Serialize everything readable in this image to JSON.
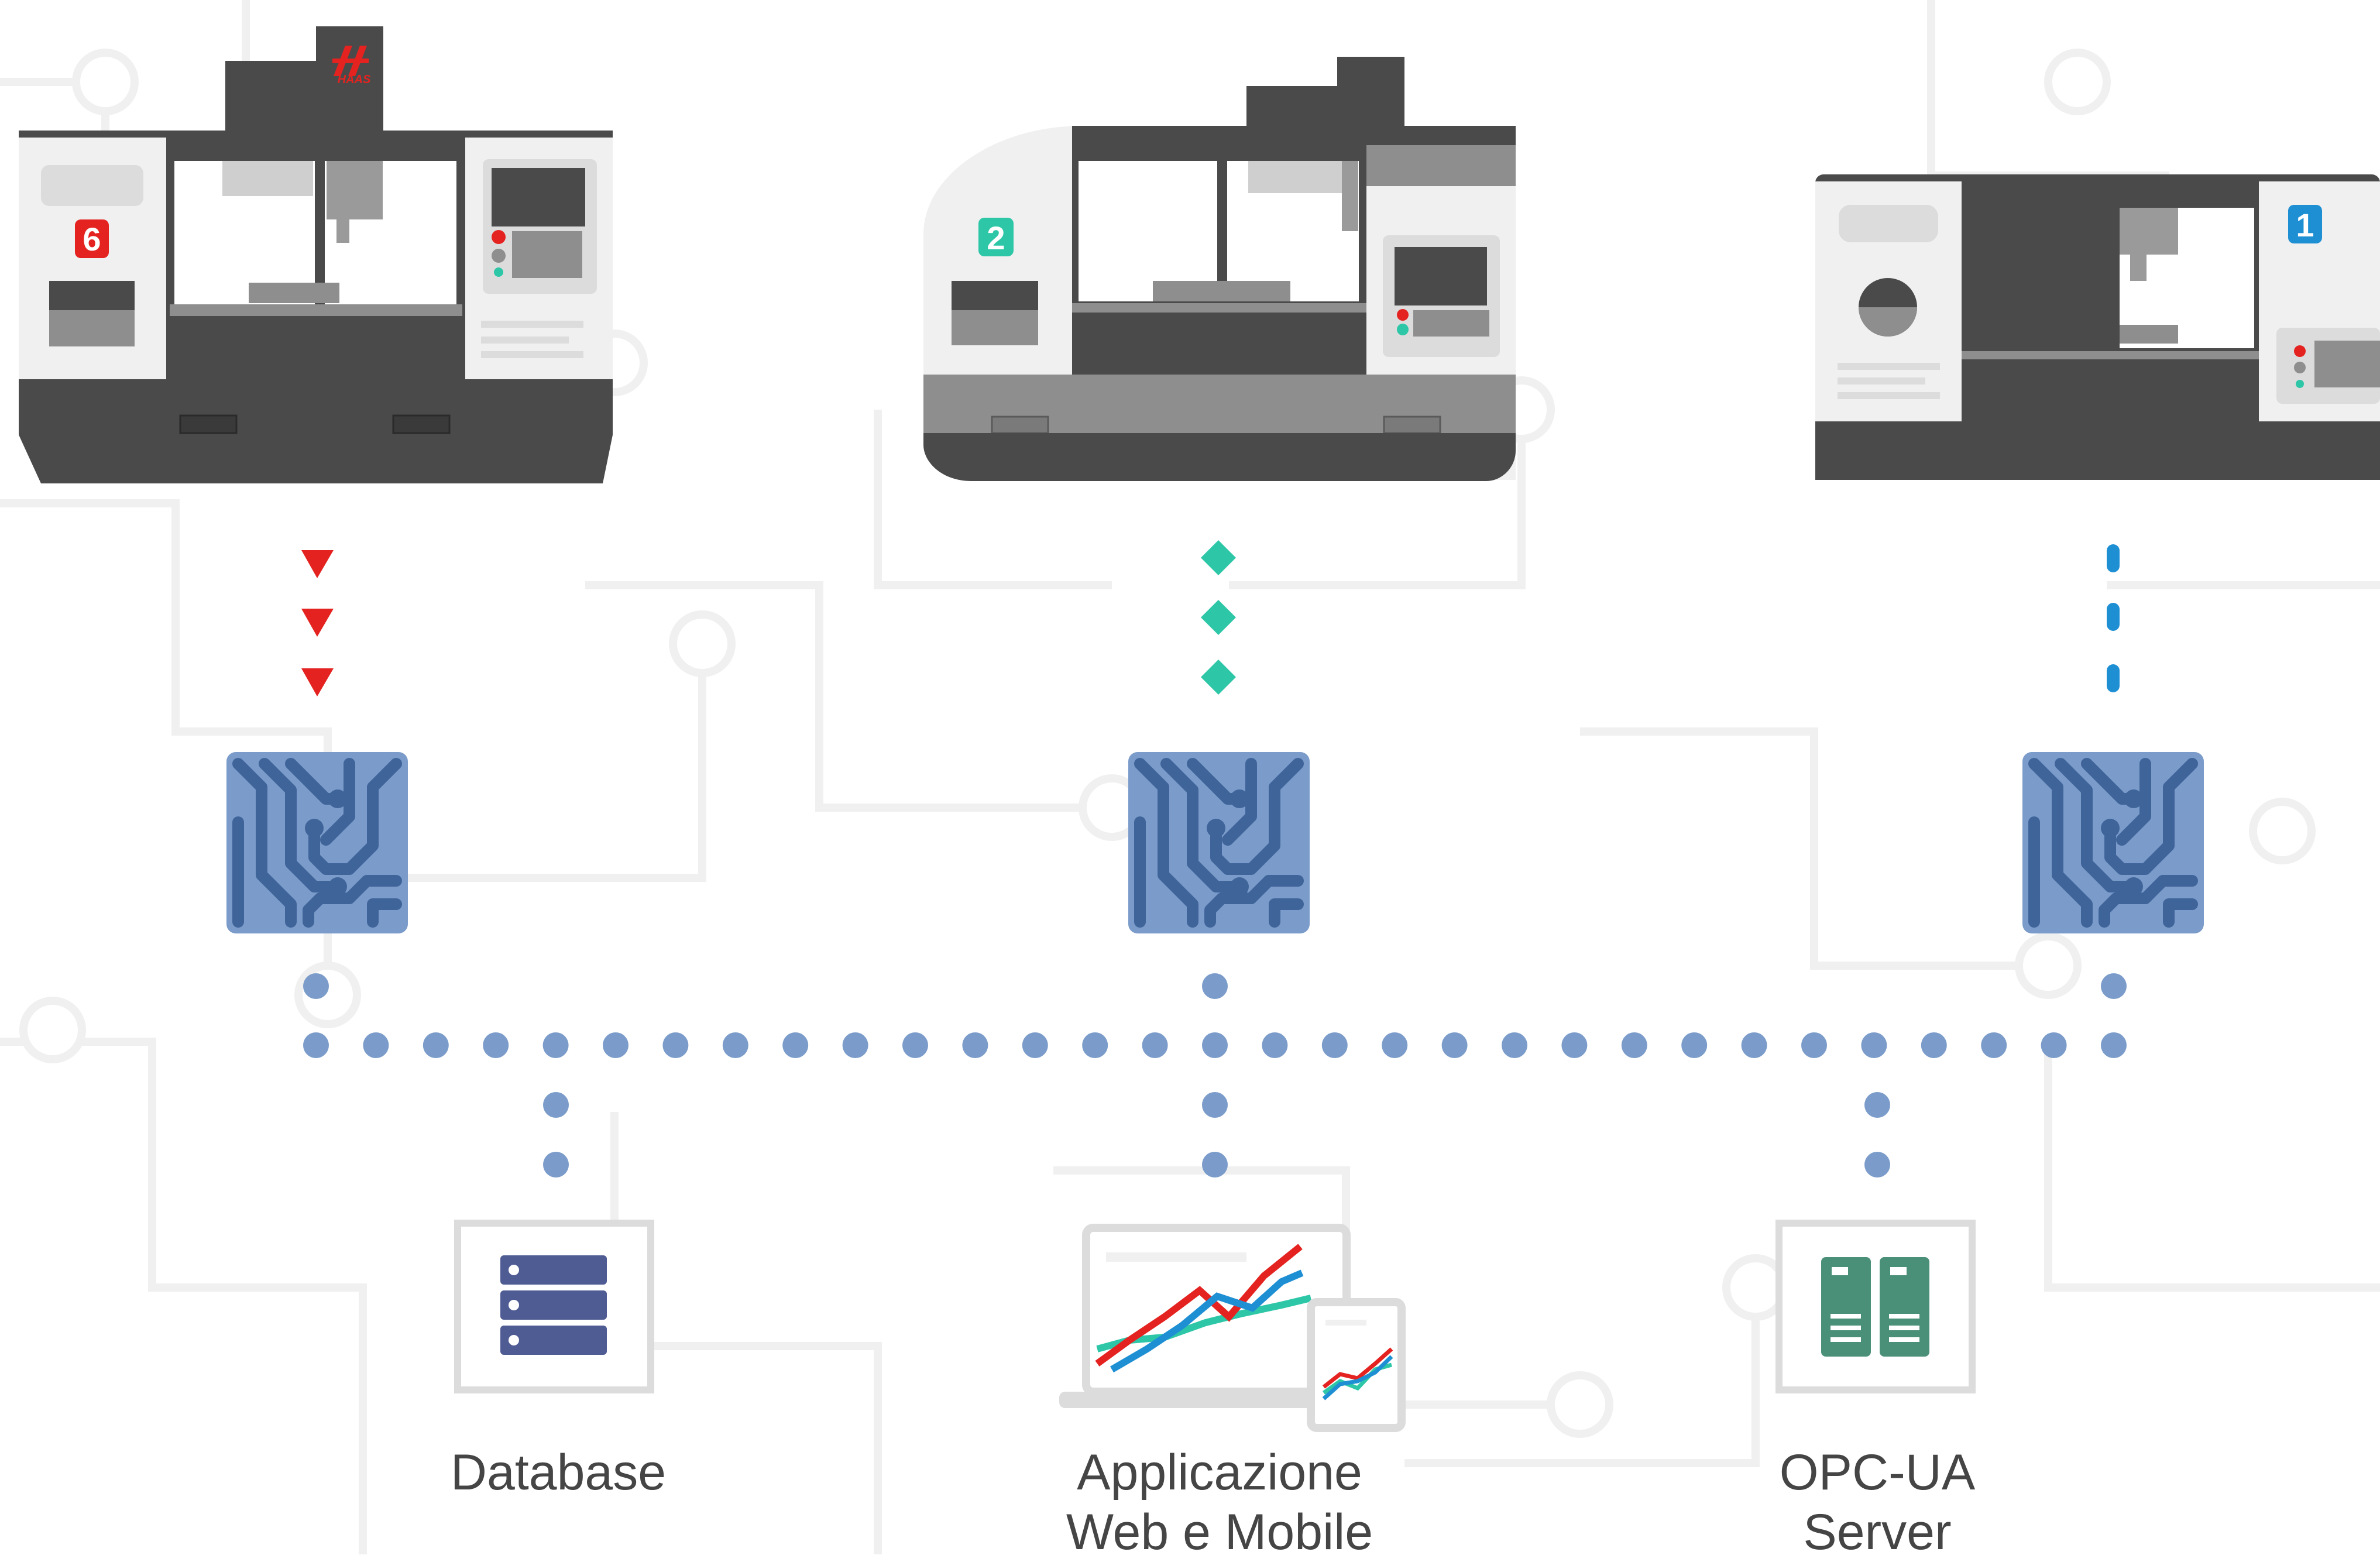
{
  "machines": [
    {
      "id": "vf",
      "badge": "6",
      "logo": "HAAS",
      "color": "#e42320"
    },
    {
      "id": "mill",
      "badge": "2",
      "color": "#2dc7a8"
    },
    {
      "id": "lathe",
      "badge": "1",
      "color": "#1f8fd4"
    }
  ],
  "destinations": [
    {
      "id": "database",
      "label": "Database",
      "icon": "database-stack-icon"
    },
    {
      "id": "webapp",
      "label_line1": "Applicazione",
      "label_line2": "Web e Mobile",
      "icon": "laptop-phone-chart-icon"
    },
    {
      "id": "opcua",
      "label_line1": "OPC-UA",
      "label_line2": "Server",
      "icon": "server-icon"
    }
  ],
  "colors": {
    "network_dot": "#7b9cca",
    "adapter_fill": "#7b9cca",
    "adapter_trace": "#3f649a",
    "machine_dark": "#4a4a4a",
    "machine_light": "#f0f0f0",
    "background_trace": "#f0f0f0",
    "label_text": "#454545",
    "database_icon": "#4f5b93",
    "server_icon": "#4a8f77",
    "chart_red": "#e42320",
    "chart_blue": "#1f8fd4",
    "chart_teal": "#2dc7a8"
  }
}
